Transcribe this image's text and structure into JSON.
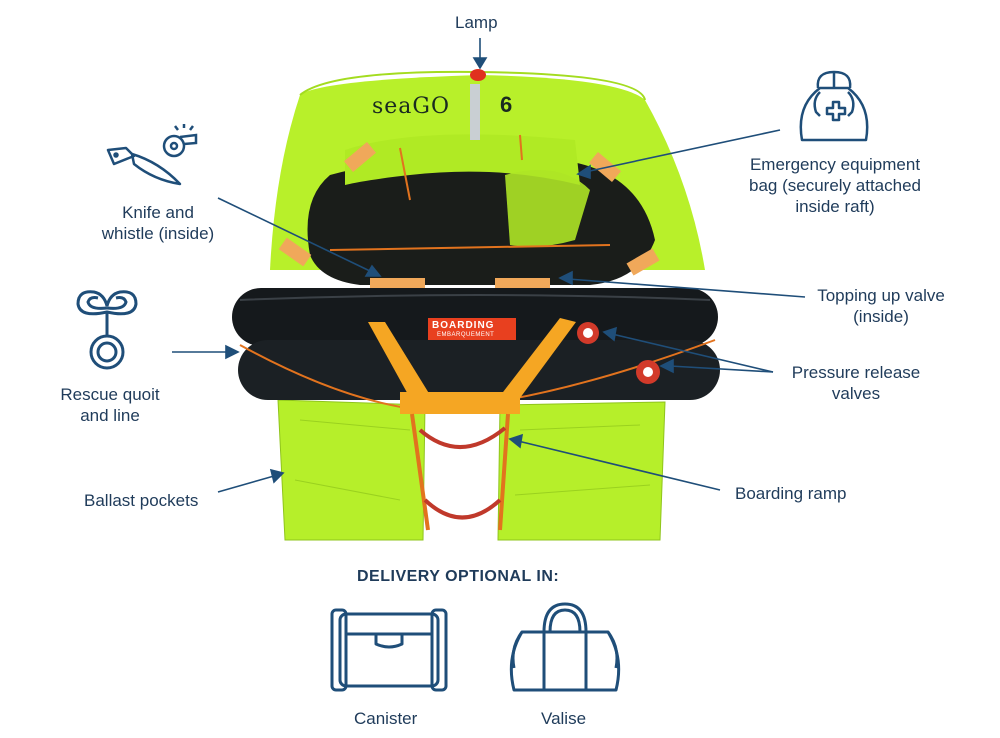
{
  "colors": {
    "navy": "#1f4e79",
    "text": "#1f3b5a",
    "raft_green": "#b6ef2a",
    "raft_black": "#15191c",
    "strap_orange": "#f5a623",
    "reflective": "#f0a85a",
    "ramp_red": "#c0392b"
  },
  "labels": {
    "lamp": "Lamp",
    "emergency_bag": "Emergency equipment\nbag (securely attached\ninside raft)",
    "knife_whistle": "Knife and\nwhistle (inside)",
    "topping_valve": "Topping up valve\n(inside)",
    "rescue_quoit": "Rescue quoit\nand line",
    "pressure_valves": "Pressure release\nvalves",
    "ballast": "Ballast pockets",
    "boarding_ramp": "Boarding ramp"
  },
  "raft_text": {
    "brand": "seaGO",
    "capacity": "6",
    "boarding": "BOARDING",
    "boarding_sub": "EMBARQUEMENT"
  },
  "delivery": {
    "heading": "DELIVERY OPTIONAL IN:",
    "options": [
      "Canister",
      "Valise"
    ]
  },
  "icons": [
    "knife-icon",
    "whistle-icon",
    "medical-bag-icon",
    "rescue-quoit-icon",
    "canister-icon",
    "valise-icon"
  ]
}
